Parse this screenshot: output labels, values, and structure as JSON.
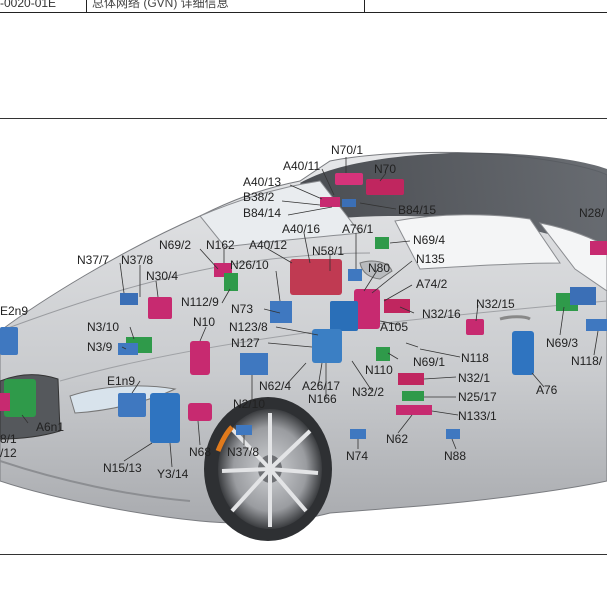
{
  "header": {
    "doc_code": "-0020-01E",
    "title": "总体网络 (GVN) 详细信息"
  },
  "diagram": {
    "labels": [
      {
        "id": "N70/1",
        "text": "N70/1"
      },
      {
        "id": "A40/11",
        "text": "A40/11"
      },
      {
        "id": "N70",
        "text": "N70"
      },
      {
        "id": "A40/13",
        "text": "A40/13"
      },
      {
        "id": "B38/2",
        "text": "B38/2"
      },
      {
        "id": "B84/14",
        "text": "B84/14"
      },
      {
        "id": "B84/15",
        "text": "B84/15"
      },
      {
        "id": "N28",
        "text": "N28/"
      },
      {
        "id": "A40/16",
        "text": "A40/16"
      },
      {
        "id": "A76/1",
        "text": "A76/1"
      },
      {
        "id": "N69/2",
        "text": "N69/2"
      },
      {
        "id": "N162",
        "text": "N162"
      },
      {
        "id": "A40/12",
        "text": "A40/12"
      },
      {
        "id": "N58/1",
        "text": "N58/1"
      },
      {
        "id": "N69/4",
        "text": "N69/4"
      },
      {
        "id": "N37/7",
        "text": "N37/7"
      },
      {
        "id": "N37/8a",
        "text": "N37/8"
      },
      {
        "id": "N26/10",
        "text": "N26/10"
      },
      {
        "id": "N80",
        "text": "N80"
      },
      {
        "id": "N135",
        "text": "N135"
      },
      {
        "id": "N30/4",
        "text": "N30/4"
      },
      {
        "id": "A74/2",
        "text": "A74/2"
      },
      {
        "id": "N112/9",
        "text": "N112/9"
      },
      {
        "id": "N32/15",
        "text": "N32/15"
      },
      {
        "id": "E2n9",
        "text": "E2n9"
      },
      {
        "id": "N73",
        "text": "N73"
      },
      {
        "id": "N32/16",
        "text": "N32/16"
      },
      {
        "id": "N10",
        "text": "N10"
      },
      {
        "id": "N3/10",
        "text": "N3/10"
      },
      {
        "id": "N123/8",
        "text": "N123/8"
      },
      {
        "id": "A105",
        "text": "A105"
      },
      {
        "id": "N69/3",
        "text": "N69/3"
      },
      {
        "id": "N127",
        "text": "N127"
      },
      {
        "id": "N3/9",
        "text": "N3/9"
      },
      {
        "id": "N118/1",
        "text": "N118/"
      },
      {
        "id": "N69/1",
        "text": "N69/1"
      },
      {
        "id": "N118",
        "text": "N118"
      },
      {
        "id": "N110",
        "text": "N110"
      },
      {
        "id": "E1n9",
        "text": "E1n9"
      },
      {
        "id": "N32/1",
        "text": "N32/1"
      },
      {
        "id": "N62/4",
        "text": "N62/4"
      },
      {
        "id": "A26/17",
        "text": "A26/17"
      },
      {
        "id": "A76",
        "text": "A76"
      },
      {
        "id": "N166",
        "text": "N166"
      },
      {
        "id": "N32/2",
        "text": "N32/2"
      },
      {
        "id": "N25/17",
        "text": "N25/17"
      },
      {
        "id": "N2/10",
        "text": "N2/10"
      },
      {
        "id": "A6n1",
        "text": "A6n1"
      },
      {
        "id": "N133/1",
        "text": "N133/1"
      },
      {
        "id": "N62",
        "text": "N62"
      },
      {
        "id": "N68",
        "text": "N68"
      },
      {
        "id": "N37/8b",
        "text": "N37/8"
      },
      {
        "id": "N74",
        "text": "N74"
      },
      {
        "id": "N88",
        "text": "N88"
      },
      {
        "id": "N15/13",
        "text": "N15/13"
      },
      {
        "id": "Y3/14",
        "text": "Y3/14"
      },
      {
        "id": "8/1",
        "text": "8/1"
      },
      {
        "id": "/12",
        "text": "/12"
      }
    ]
  }
}
